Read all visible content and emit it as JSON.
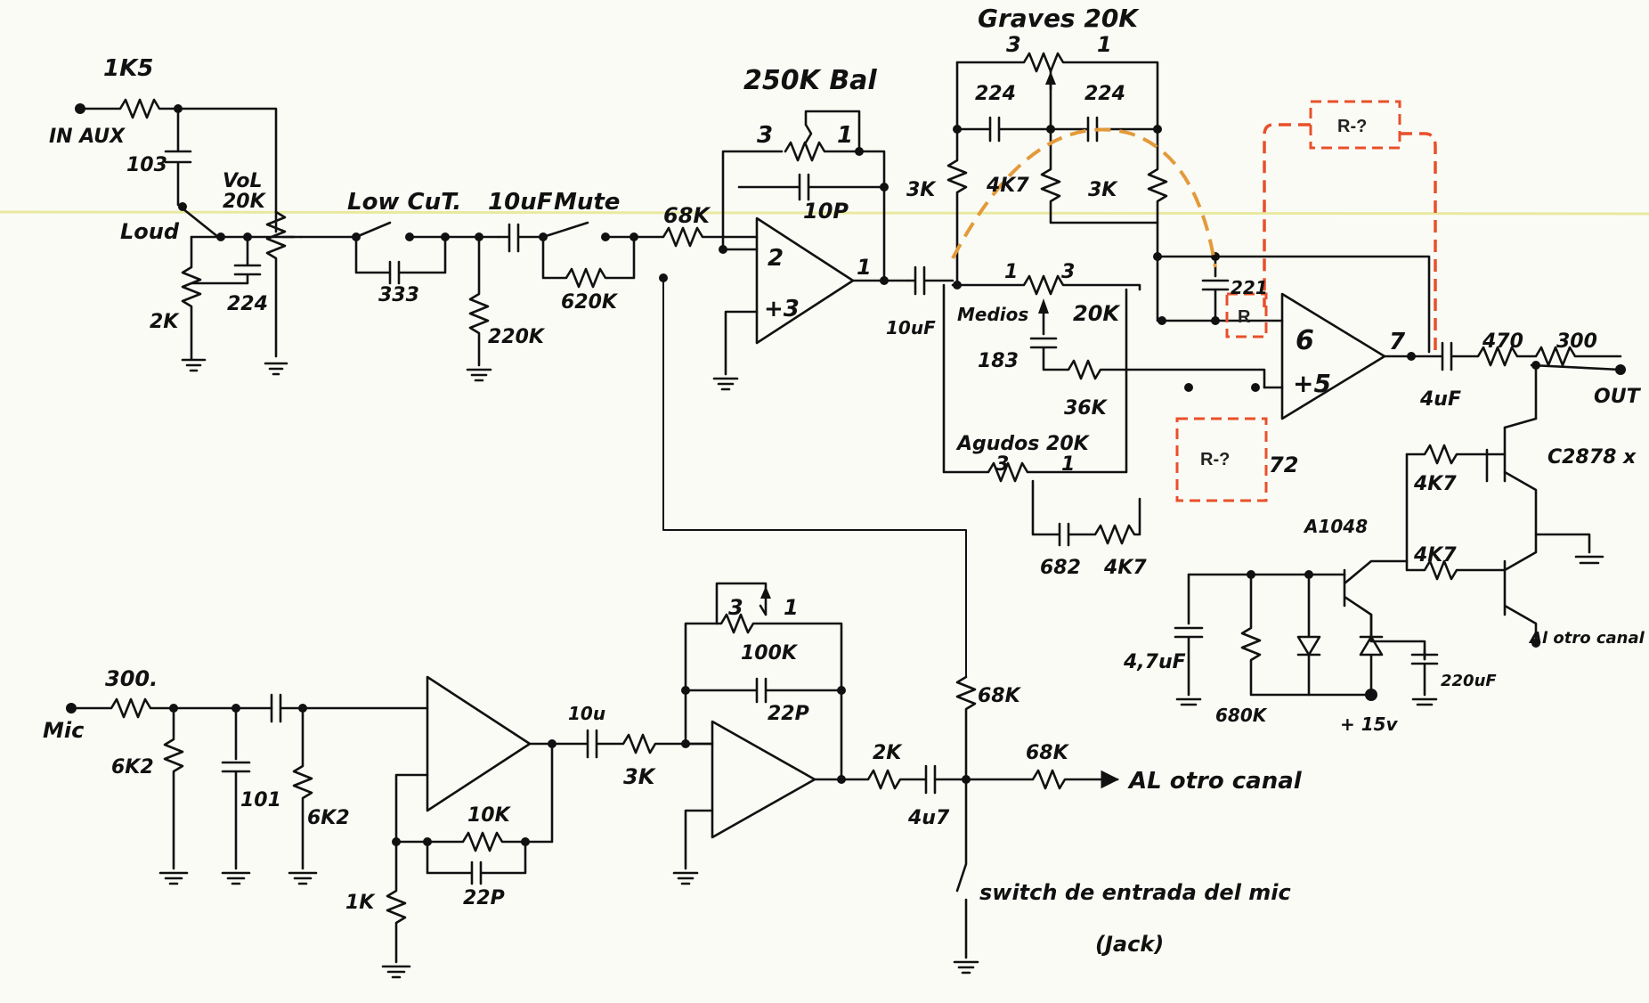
{
  "inputs": {
    "in_aux": "IN AUX",
    "mic": "Mic",
    "out": "OUT"
  },
  "aux_chain": {
    "r_1k5": "1K5",
    "c_103": "103",
    "loud": "Loud",
    "vol": "VoL",
    "vol_value": "20K",
    "r_2k": "2K",
    "c_224": "224",
    "low_cut": "Low CuT.",
    "c_333": "333",
    "c_10uf": "10uF",
    "mute": "Mute",
    "r_220k": "220K",
    "r_620k": "620K",
    "r_68k": "68K",
    "bal": "250K Bal",
    "pot_pin3": "3",
    "pot_pin1": "1",
    "c_10p": "10P",
    "op_inv": "2",
    "op_noninv": "+3",
    "op_out": "1",
    "c_10uf_out": "10uF"
  },
  "tone_stack": {
    "graves": "Graves 20K",
    "g_pin3": "3",
    "g_pin1": "1",
    "c_224_a": "224",
    "c_224_b": "224",
    "r_3k_a": "3K",
    "r_4k7": "4K7",
    "r_3k_b": "3K",
    "medios": "Medios",
    "m_pin1": "1",
    "m_pin3": "3",
    "medios_value": "20K",
    "c_183": "183",
    "r_36k": "36K",
    "agudos": "Agudos 20K",
    "a_pin3": "3",
    "a_pin1": "1",
    "c_682": "682",
    "r_4k7_b": "4K7",
    "c_221": "221",
    "op_inv": "6",
    "op_noninv": "+5",
    "op_out": "7",
    "tail_72": "72"
  },
  "output_stage": {
    "c_4uf": "4uF",
    "r_470": "470",
    "r_300": "300",
    "transistor": "C2878 x",
    "r_4k7_a": "4K7",
    "r_4k7_b": "4K7",
    "driver": "A1048",
    "c_47uf": "4,7uF",
    "r_680k": "680K",
    "supply": "+ 15v",
    "c_220uf": "220uF",
    "al_otro_canal": "Al otro canal"
  },
  "mic_chain": {
    "r_300": "300.",
    "r_6k2_a": "6K2",
    "c_101": "101",
    "r_6k2_b": "6K2",
    "r_10k": "10K",
    "c_22p": "22P",
    "r_1k": "1K",
    "c_10u": "10u",
    "r_3k": "3K",
    "pot_pin3": "3",
    "pot_pin1": "1",
    "r_100k": "100K",
    "c_22p_b": "22P",
    "r_2k": "2K",
    "c_4u7": "4u7",
    "r_68k_up": "68K",
    "r_68k": "68K",
    "al_otro_canal": "AL otro canal",
    "switch": "switch de entrada del mic",
    "jack": "(Jack)"
  },
  "annotations": {
    "r_top": "R-?",
    "r_mid": "R",
    "r_bottom": "R-?"
  },
  "colors": {
    "annotation_red": "#e8502a",
    "annotation_orange": "#e39a3a",
    "ink": "#111111",
    "paper": "#fbfbf6"
  }
}
